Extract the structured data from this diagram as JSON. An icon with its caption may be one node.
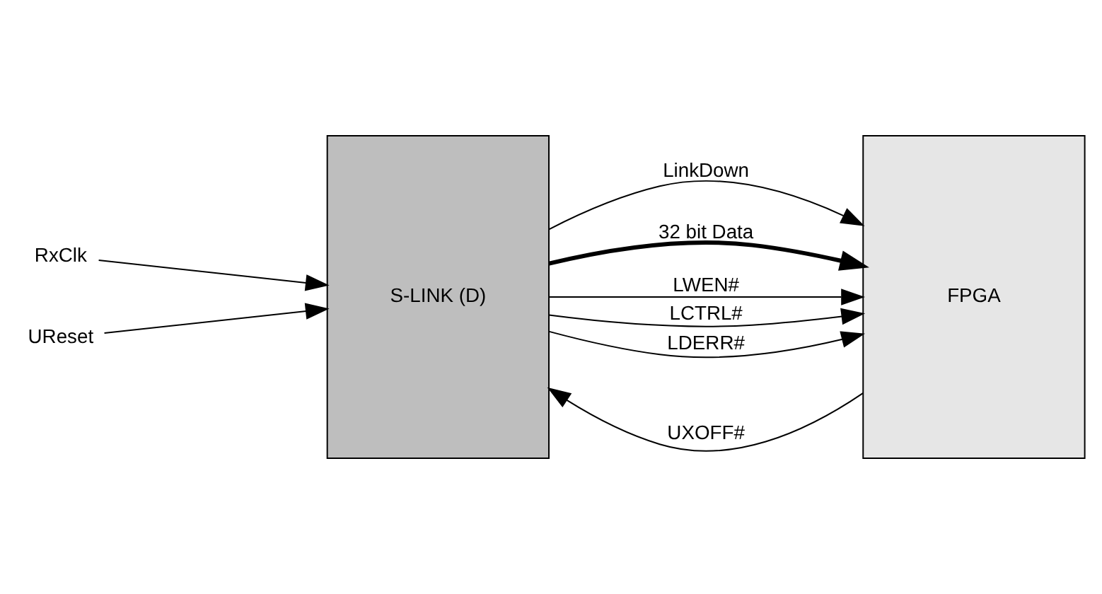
{
  "diagram": {
    "nodes": [
      {
        "text": [
          "S-LINK (D)"
        ]
      },
      {
        "text": [
          "FPGA"
        ]
      },
      {
        "text": [
          "RxClk"
        ]
      },
      {
        "text": [
          "UReset"
        ]
      }
    ],
    "edges": [
      {
        "from": 1,
        "to": 0,
        "arrow": "to",
        "label": "UXOFF#"
      },
      {
        "from": 0,
        "to": 1,
        "arrow": "to",
        "label": "LinkDown"
      },
      {
        "from": 0,
        "to": 1,
        "arrow": "to",
        "label": "32 bit Data",
        "style": "thick"
      },
      {
        "from": 0,
        "to": 1,
        "arrow": "to",
        "label": "LWEN#"
      },
      {
        "from": 0,
        "to": 1,
        "arrow": "to",
        "label": "LCTRL#"
      },
      {
        "from": 0,
        "to": 1,
        "arrow": "to",
        "label": "LDERR#"
      },
      {
        "from": 2,
        "to": 0,
        "arrow": "to"
      },
      {
        "from": 3,
        "to": 0,
        "arrow": "to"
      }
    ]
  }
}
